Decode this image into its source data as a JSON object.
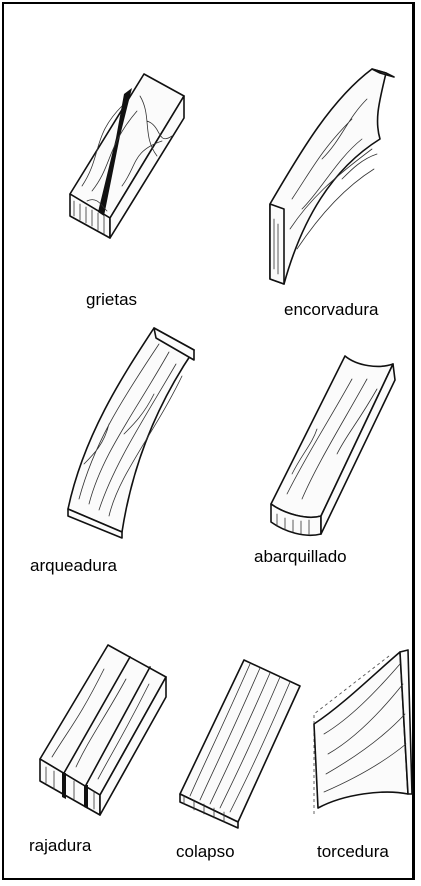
{
  "defects": [
    {
      "id": "grietas",
      "label": "grietas"
    },
    {
      "id": "encorvadura",
      "label": "encorvadura"
    },
    {
      "id": "arqueadura",
      "label": "arqueadura"
    },
    {
      "id": "abarquillado",
      "label": "abarquillado"
    },
    {
      "id": "rajadura",
      "label": "rajadura"
    },
    {
      "id": "colapso",
      "label": "colapso"
    },
    {
      "id": "torcedura",
      "label": "torcedura"
    }
  ]
}
